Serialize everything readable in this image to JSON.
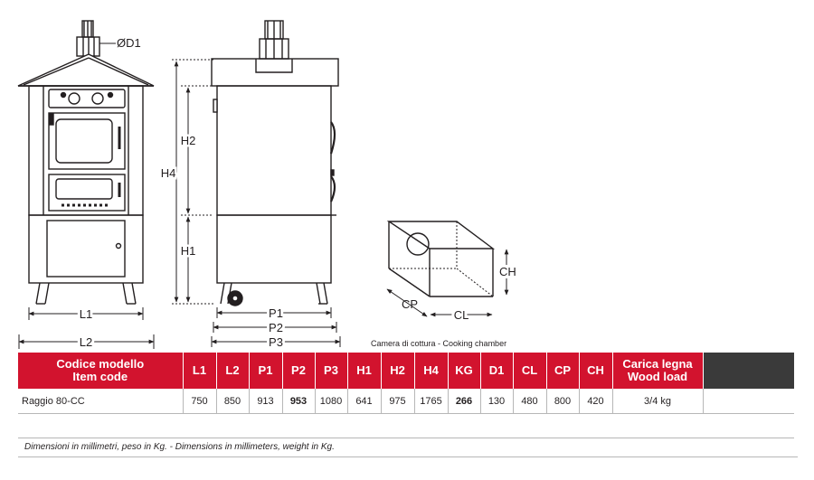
{
  "drawing_labels": {
    "d1": "ØD1",
    "l1": "L1",
    "l2": "L2",
    "h1": "H1",
    "h2": "H2",
    "h4": "H4",
    "p1": "P1",
    "p2": "P2",
    "p3": "P3",
    "cp": "CP",
    "cl": "CL",
    "ch": "CH"
  },
  "chamber_caption": {
    "it": "Camera di cottura",
    "sep": " - ",
    "en": "Cooking chamber"
  },
  "table": {
    "model_header_it": "Codice modello",
    "model_header_en": "Item  code",
    "columns": [
      "L1",
      "L2",
      "P1",
      "P2",
      "P3",
      "H1",
      "H2",
      "H4",
      "KG",
      "D1",
      "CL",
      "CP",
      "CH"
    ],
    "wood_header_it": "Carica legna",
    "wood_header_en": "Wood load",
    "row": {
      "model": "Raggio 80-CC",
      "values": [
        "750",
        "850",
        "913",
        "953",
        "1080",
        "641",
        "975",
        "1765",
        "266",
        "130",
        "480",
        "800",
        "420"
      ],
      "wood": "3/4 kg"
    }
  },
  "footnote": "Dimensioni in millimetri, peso in Kg.   - Dimensions in millimeters, weight in Kg.",
  "colors": {
    "header_red": "#d2132e",
    "header_dark": "#3a3a3a",
    "line": "#231f20"
  }
}
